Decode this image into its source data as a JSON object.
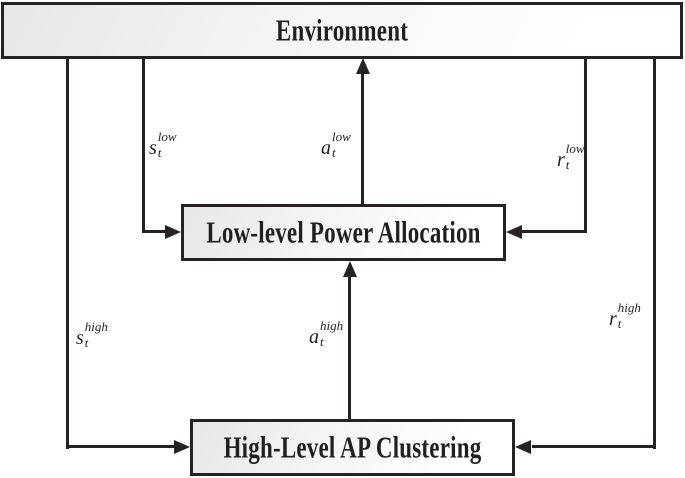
{
  "nodes": {
    "environment": {
      "label": "Environment"
    },
    "low_level": {
      "label": "Low-level Power Allocation"
    },
    "high_level": {
      "label": "High-Level AP Clustering"
    }
  },
  "edge_labels": {
    "s_low": {
      "base": "s",
      "sub": "t",
      "sup": "low"
    },
    "a_low": {
      "base": "a",
      "sub": "t",
      "sup": "low"
    },
    "r_low": {
      "base": "r",
      "sub": "t",
      "sup": "low"
    },
    "s_high": {
      "base": "s",
      "sub": "t",
      "sup": "high"
    },
    "a_high": {
      "base": "a",
      "sub": "t",
      "sup": "high"
    },
    "r_high": {
      "base": "r",
      "sub": "t",
      "sup": "high"
    }
  },
  "colors": {
    "line_color": "#262223",
    "border_color": "#262223",
    "text_color": "#231f20",
    "box_fill_start": "#e7e7e8",
    "box_fill_end": "#ffffff",
    "bg_color": "#ffffff"
  }
}
